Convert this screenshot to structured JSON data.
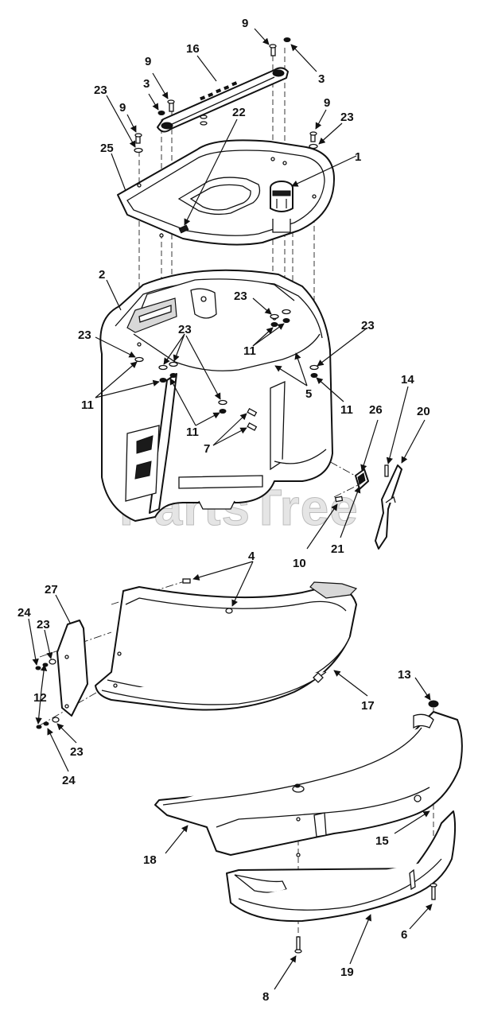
{
  "diagram": {
    "watermark": "PartsTree",
    "callouts": [
      "9",
      "3",
      "16",
      "9",
      "3",
      "23",
      "9",
      "22",
      "9",
      "23",
      "1",
      "25",
      "2",
      "23",
      "23",
      "23",
      "23",
      "11",
      "5",
      "11",
      "11",
      "11",
      "7",
      "14",
      "26",
      "20",
      "10",
      "21",
      "4",
      "27",
      "24",
      "23",
      "12",
      "23",
      "24",
      "17",
      "13",
      "18",
      "15",
      "6",
      "19",
      "8"
    ]
  }
}
